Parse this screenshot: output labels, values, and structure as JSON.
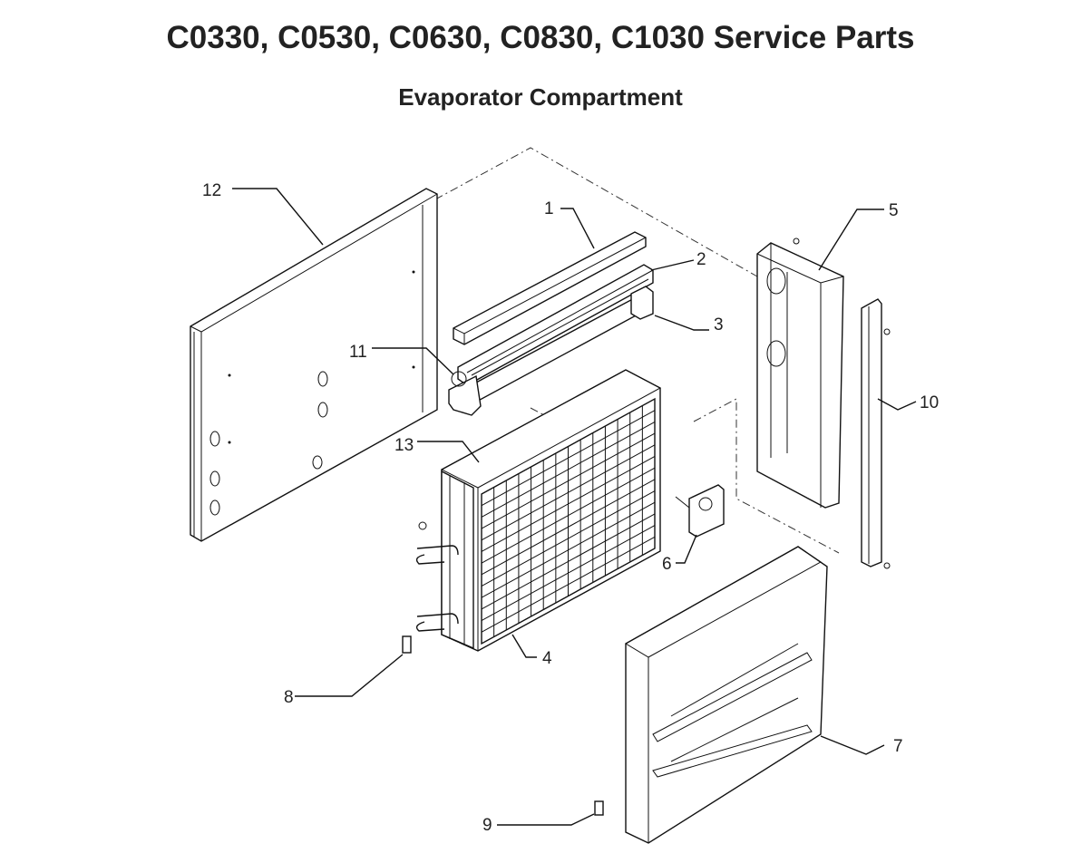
{
  "header": {
    "title": "C0330, C0530, C0630, C0830, C1030 Service Parts",
    "subtitle": "Evaporator Compartment"
  },
  "callouts": {
    "c1": "1",
    "c2": "2",
    "c3": "3",
    "c4": "4",
    "c5": "5",
    "c6": "6",
    "c7": "7",
    "c8": "8",
    "c9": "9",
    "c10": "10",
    "c11": "11",
    "c12": "12",
    "c13": "13"
  }
}
